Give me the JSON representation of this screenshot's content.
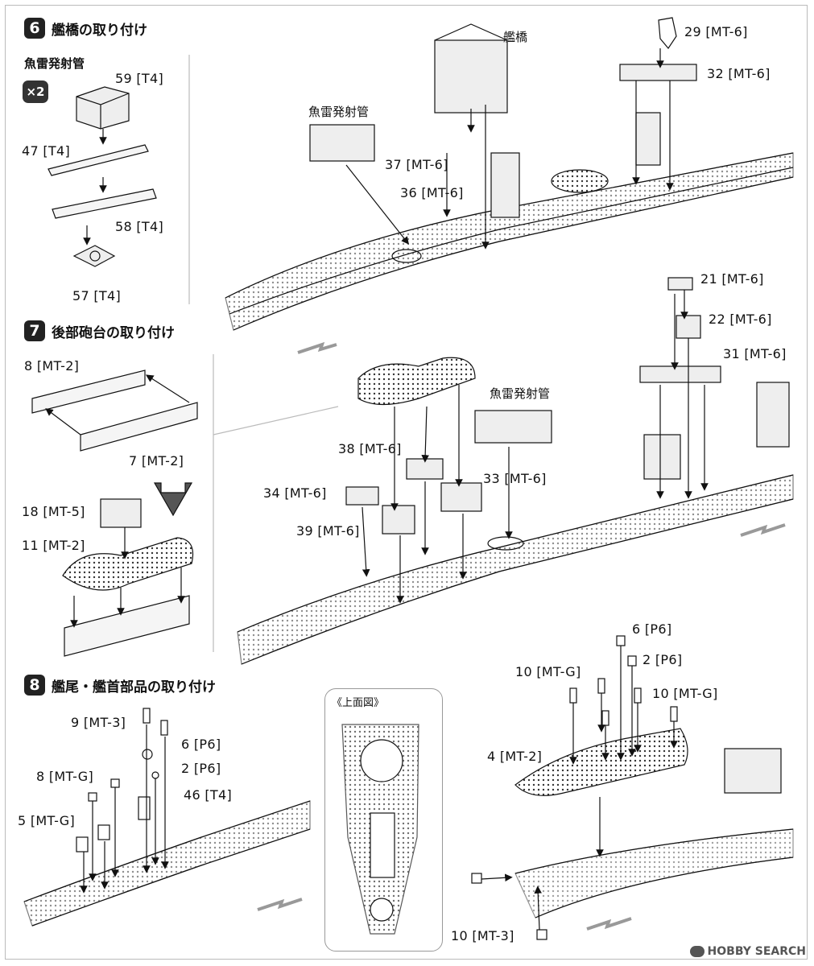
{
  "steps": [
    {
      "number": "6",
      "title": "艦橋の取り付け"
    },
    {
      "number": "7",
      "title": "後部砲台の取り付け"
    },
    {
      "number": "8",
      "title": "艦尾・艦首部品の取り付け"
    }
  ],
  "sub_titles": {
    "torpedo_tube_left": "魚雷発射管",
    "torpedo_tube_mid": "魚雷発射管",
    "torpedo_tube_step7": "魚雷発射管",
    "bridge": "艦橋",
    "top_view": "《上面図》"
  },
  "quantity_badge": "×2",
  "part_labels": {
    "p59": "59 [T4]",
    "p47": "47 [T4]",
    "p58": "58 [T4]",
    "p57": "57 [T4]",
    "p37": "37 [MT-6]",
    "p36": "36 [MT-6]",
    "p29": "29 [MT-6]",
    "p32": "32 [MT-6]",
    "p21": "21 [MT-6]",
    "p22": "22 [MT-6]",
    "p31": "31 [MT-6]",
    "p8mt2": "8 [MT-2]",
    "p7": "7 [MT-2]",
    "p18": "18 [MT-5]",
    "p11": "11 [MT-2]",
    "p38": "38 [MT-6]",
    "p34": "34 [MT-6]",
    "p39": "39 [MT-6]",
    "p33": "33 [MT-6]",
    "p9": "9 [MT-3]",
    "p6a": "6 [P6]",
    "p2a": "2 [P6]",
    "p8mtg": "8 [MT-G]",
    "p46": "46 [T4]",
    "p5": "5 [MT-G]",
    "p6b": "6 [P6]",
    "p2b": "2 [P6]",
    "p10a": "10 [MT-G]",
    "p10b": "10 [MT-G]",
    "p4": "4 [MT-2]",
    "p10c": "10 [MT-3]"
  },
  "watermark": "HOBBY SEARCH"
}
